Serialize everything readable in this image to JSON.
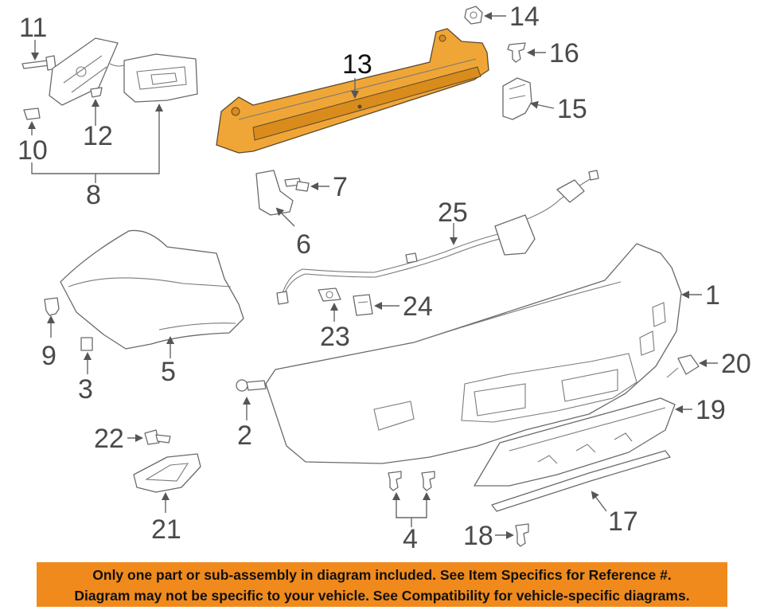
{
  "diagram": {
    "highlight_color": "#f0a636",
    "banner_color": "#f08a1c",
    "callouts": {
      "c1": "1",
      "c2": "2",
      "c3": "3",
      "c4": "4",
      "c5": "5",
      "c6": "6",
      "c7": "7",
      "c8": "8",
      "c9": "9",
      "c10": "10",
      "c11": "11",
      "c12": "12",
      "c13": "13",
      "c14": "14",
      "c15": "15",
      "c16": "16",
      "c17": "17",
      "c18": "18",
      "c19": "19",
      "c20": "20",
      "c21": "21",
      "c22": "22",
      "c23": "23",
      "c24": "24",
      "c25": "25"
    }
  },
  "banner": {
    "line1": "Only one part or sub-assembly in diagram included. See Item Specifics for Reference #.",
    "line2": "Diagram may not be specific to your vehicle. See Compatibility for vehicle-specific diagrams."
  }
}
